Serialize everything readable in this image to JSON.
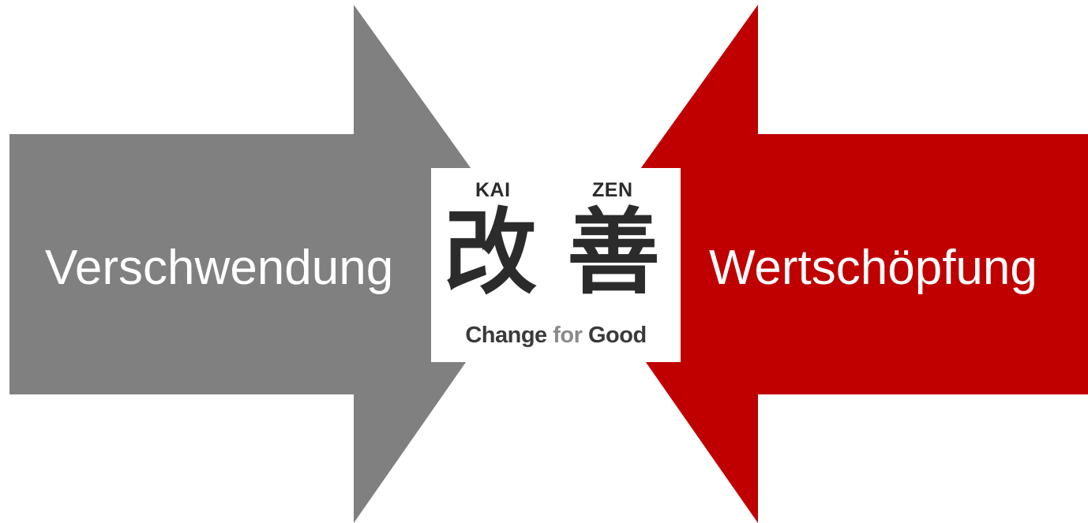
{
  "left_arrow": {
    "label": "Verschwendung",
    "color": "#808080",
    "direction": "right"
  },
  "right_arrow": {
    "label": "Wertschöpfung",
    "color": "#c00000",
    "direction": "left"
  },
  "kaizen_logo": {
    "syllable_1": "KAI",
    "syllable_2": "ZEN",
    "kanji_1": "改",
    "kanji_2": "善",
    "tagline_part_1": "Change",
    "tagline_part_2": "for",
    "tagline_part_3": "Good",
    "text_color": "#2b2b2b",
    "accent_color": "#8a8a8a"
  }
}
